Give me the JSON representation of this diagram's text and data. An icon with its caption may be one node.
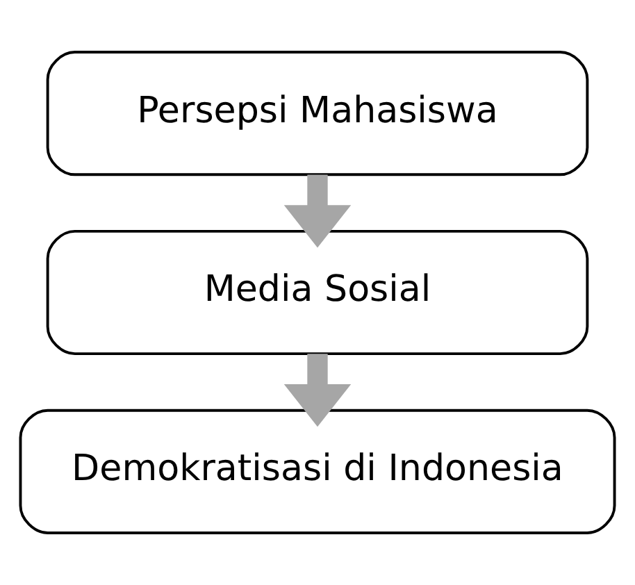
{
  "diagram": {
    "nodes": [
      {
        "text": [
          "Persepsi Mahasiswa"
        ]
      },
      {
        "text": [
          "Media Sosial"
        ]
      },
      {
        "text": [
          "Demokratisasi di Indonesia"
        ]
      }
    ],
    "edges": [
      {
        "from": 0,
        "to": 1,
        "arrow": "to"
      },
      {
        "from": 1,
        "to": 2,
        "arrow": "to"
      }
    ]
  }
}
